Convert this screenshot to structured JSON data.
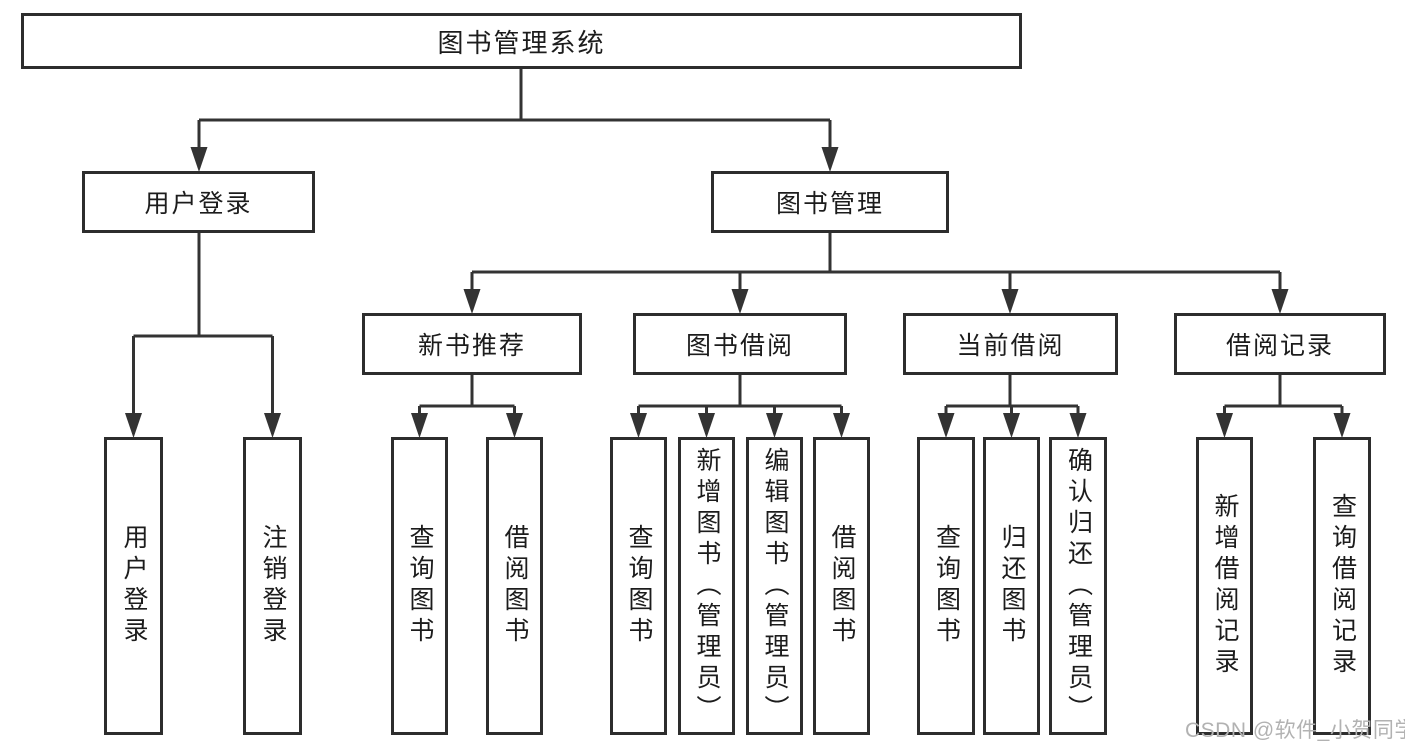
{
  "root": {
    "label": "图书管理系统"
  },
  "branches": [
    {
      "label": "用户登录",
      "children": [
        {
          "label": "用户登录"
        },
        {
          "label": "注销登录"
        }
      ]
    },
    {
      "label": "图书管理",
      "children": [
        {
          "label": "新书推荐",
          "children": [
            {
              "label": "查询图书"
            },
            {
              "label": "借阅图书"
            }
          ]
        },
        {
          "label": "图书借阅",
          "children": [
            {
              "label": "查询图书"
            },
            {
              "label": "新增图书（管理员）"
            },
            {
              "label": "编辑图书（管理员）"
            },
            {
              "label": "借阅图书"
            }
          ]
        },
        {
          "label": "当前借阅",
          "children": [
            {
              "label": "查询图书"
            },
            {
              "label": "归还图书"
            },
            {
              "label": "确认归还（管理员）"
            }
          ]
        },
        {
          "label": "借阅记录",
          "children": [
            {
              "label": "新增借阅记录"
            },
            {
              "label": "查询借阅记录"
            }
          ]
        }
      ]
    }
  ],
  "watermark": {
    "text": "CSDN @软件_小贺同学"
  },
  "colors": {
    "line": "#333333",
    "box_border": "#2d2d2d",
    "text": "#1c1c1c",
    "watermark": "#b2b2b2",
    "background": "#ffffff"
  }
}
